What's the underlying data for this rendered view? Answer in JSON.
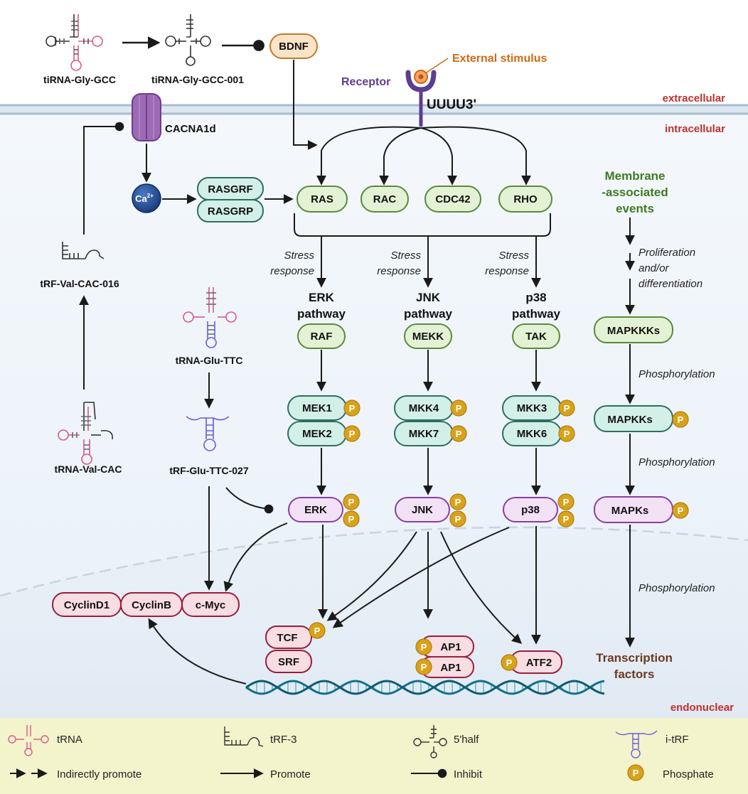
{
  "colors": {
    "green_node_fill": "#e3f2d5",
    "green_node_stroke": "#5a8a3a",
    "teal_node_fill": "#d2efe8",
    "teal_node_stroke": "#2e6e62",
    "purple_node_fill": "#f3e1f6",
    "purple_node_stroke": "#8a3fa0",
    "red_node_fill": "#f8dde2",
    "red_node_stroke": "#9a1f3a",
    "phosphate": "#d9a21b",
    "region_label": "#c0302c",
    "membrane_label_green": "#3f7a22",
    "transcription_label": "#6b3a20",
    "legend_bg": "#f3f3cc",
    "receptor": "#5b3e8f",
    "stimulus_orange": "#d06a12",
    "dna": "#13708a"
  },
  "regions": {
    "extracellular": "extracellular",
    "intracellular": "intracellular",
    "endonuclear": "endonuclear"
  },
  "trna_labels": {
    "tiRNA_gly": "tiRNA-Gly-GCC",
    "tiRNA_gly_001": "tiRNA-Gly-GCC-001",
    "trf_val_016": "tRF-Val-CAC-016",
    "trna_val": "tRNA-Val-CAC",
    "trna_glu": "tRNA-Glu-TTC",
    "trf_glu_027": "tRF-Glu-TTC-027"
  },
  "membrane": {
    "bdnf": "BDNF",
    "external_stimulus": "External stimulus",
    "receptor": "Receptor",
    "uuuu": "UUUU3'",
    "cacna1d": "CACNA1d",
    "ca_main": "Ca",
    "ca_sup": "2+",
    "rasgrf": "RASGRF",
    "rasgrp": "RASGRP"
  },
  "gtpases": [
    "RAS",
    "RAC",
    "CDC42",
    "RHO"
  ],
  "stress_line1": "Stress",
  "stress_line2": "response",
  "pathways": [
    {
      "name1": "ERK",
      "name2": "pathway",
      "mapkkk": "RAF",
      "mapkk1": "MEK1",
      "mapkk2": "MEK2",
      "mapk": "ERK"
    },
    {
      "name1": "JNK",
      "name2": "pathway",
      "mapkkk": "MEKK",
      "mapkk1": "MKK4",
      "mapkk2": "MKK7",
      "mapk": "JNK"
    },
    {
      "name1": "p38",
      "name2": "pathway",
      "mapkkk": "TAK",
      "mapkk1": "MKK3",
      "mapkk2": "MKK6",
      "mapk": "p38"
    }
  ],
  "general": {
    "membrane_events": [
      "Membrane",
      "-associated",
      "events"
    ],
    "prolif": [
      "Proliferation",
      "and/or",
      "differentiation"
    ],
    "mapkkks": "MAPKKKs",
    "phos": "Phosphorylation",
    "mapkks": "MAPKKs",
    "mapks": "MAPKs",
    "tf": [
      "Transcription",
      "factors"
    ]
  },
  "nuclear": {
    "cyclind1": "CyclinD1",
    "cyclinb": "CyclinB",
    "cmyc": "c-Myc",
    "tcf": "TCF",
    "srf": "SRF",
    "ap1_a": "AP1",
    "ap1_b": "AP1",
    "atf2": "ATF2"
  },
  "phosphate_symbol": "P",
  "legend": {
    "trna": "tRNA",
    "trf3": "tRF-3",
    "half5": "5'half",
    "itrf": "i-tRF",
    "indirect": "Indirectly promote",
    "promote": "Promote",
    "inhibit": "Inhibit",
    "phosphate": "Phosphate"
  }
}
